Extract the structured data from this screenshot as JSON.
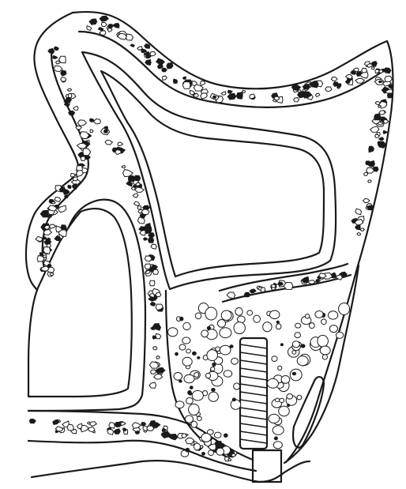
{
  "figure": {
    "kind": "sinus-augmentation-implant-sketch",
    "colors": {
      "ink": "#1a1a1a",
      "paper": "#ffffff",
      "implant_fill": "#ffffff"
    },
    "regions": [
      "sinus-cavity",
      "nasal-cavity",
      "cortical-bone-shell",
      "bone-graft",
      "dental-implant",
      "gingiva-line"
    ]
  }
}
